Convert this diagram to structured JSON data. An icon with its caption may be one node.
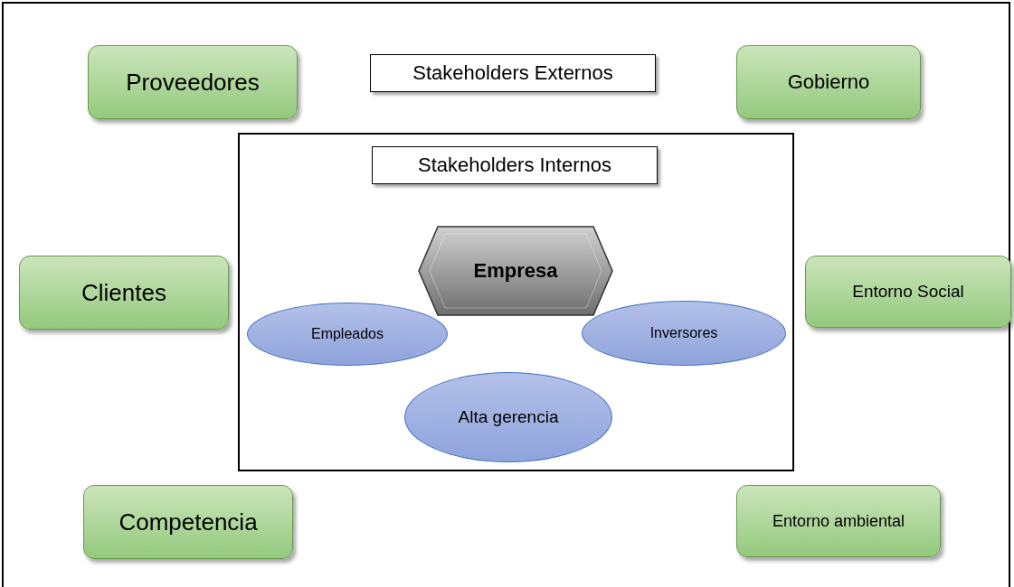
{
  "diagram": {
    "nodes": [
      {
        "text": [
          "Proveedores"
        ]
      },
      {
        "text": [
          "Stakeholders Externos"
        ]
      },
      {
        "text": [
          "Gobierno"
        ]
      },
      {
        "text": [],
        "shape": "box"
      },
      {
        "text": [
          "Stakeholders Internos"
        ],
        "in": 3
      },
      {
        "text": [
          "Empresa"
        ],
        "in": 3
      },
      {
        "text": [
          "Clientes"
        ]
      },
      {
        "text": [
          "Entorno Social"
        ]
      },
      {
        "text": [
          "Empleados"
        ],
        "in": 3
      },
      {
        "text": [
          "Inversores"
        ],
        "in": 3
      },
      {
        "text": [
          "Alta gerencia"
        ],
        "in": 3
      },
      {
        "text": [
          "Competencia"
        ]
      },
      {
        "text": [
          "Entorno ambiental"
        ]
      }
    ]
  }
}
